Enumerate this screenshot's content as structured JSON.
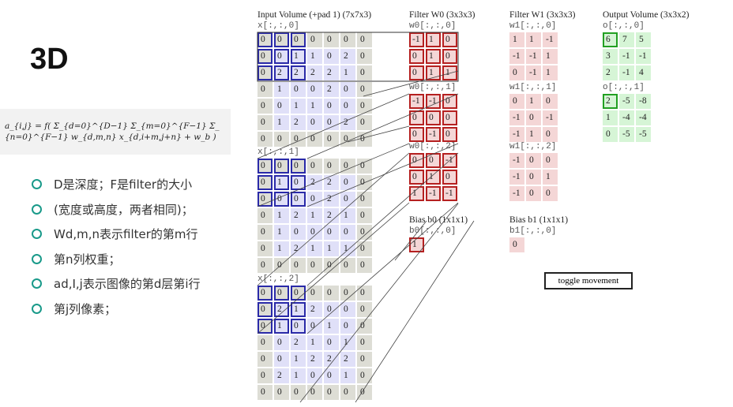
{
  "slide": {
    "title": "3D",
    "formula": "a_{i,j} = f( Σ_{d=0}^{D−1} Σ_{m=0}^{F−1} Σ_{n=0}^{F−1} w_{d,m,n} x_{d,i+m,j+n} + w_b )",
    "bullets": [
      "D是深度；F是filter的大小",
      "(宽度或高度，两者相同)；",
      "Wd,m,n表示filter的第m行",
      "第n列权重；",
      "ad,I,j表示图像的第d层第i行",
      "第j列像素；"
    ],
    "bullet_color": "#1a9a8a"
  },
  "demo": {
    "input": {
      "title": "Input Volume (+pad 1) (7x7x3)",
      "slices": [
        {
          "label": "x[:,:,0]",
          "rows": [
            [
              0,
              0,
              0,
              0,
              0,
              0,
              0
            ],
            [
              0,
              0,
              1,
              1,
              0,
              2,
              0
            ],
            [
              0,
              2,
              2,
              2,
              2,
              1,
              0
            ],
            [
              0,
              1,
              0,
              0,
              2,
              0,
              0
            ],
            [
              0,
              0,
              1,
              1,
              0,
              0,
              0
            ],
            [
              0,
              1,
              2,
              0,
              0,
              2,
              0
            ],
            [
              0,
              0,
              0,
              0,
              0,
              0,
              0
            ]
          ]
        },
        {
          "label": "x[:,:,1]",
          "rows": [
            [
              0,
              0,
              0,
              0,
              0,
              0,
              0
            ],
            [
              0,
              1,
              0,
              2,
              2,
              0,
              0
            ],
            [
              0,
              0,
              0,
              0,
              2,
              0,
              0
            ],
            [
              0,
              1,
              2,
              1,
              2,
              1,
              0
            ],
            [
              0,
              1,
              0,
              0,
              0,
              0,
              0
            ],
            [
              0,
              1,
              2,
              1,
              1,
              1,
              0
            ],
            [
              0,
              0,
              0,
              0,
              0,
              0,
              0
            ]
          ]
        },
        {
          "label": "x[:,:,2]",
          "rows": [
            [
              0,
              0,
              0,
              0,
              0,
              0,
              0
            ],
            [
              0,
              2,
              1,
              2,
              0,
              0,
              0
            ],
            [
              0,
              1,
              0,
              0,
              1,
              0,
              0
            ],
            [
              0,
              0,
              2,
              1,
              0,
              1,
              0
            ],
            [
              0,
              0,
              1,
              2,
              2,
              2,
              0
            ],
            [
              0,
              2,
              1,
              0,
              0,
              1,
              0
            ],
            [
              0,
              0,
              0,
              0,
              0,
              0,
              0
            ]
          ]
        }
      ]
    },
    "filter_w0": {
      "title": "Filter W0 (3x3x3)",
      "slices": [
        {
          "label": "w0[:,:,0]",
          "rows": [
            [
              -1,
              1,
              0
            ],
            [
              0,
              1,
              0
            ],
            [
              0,
              1,
              1
            ]
          ]
        },
        {
          "label": "w0[:,:,1]",
          "rows": [
            [
              -1,
              -1,
              0
            ],
            [
              0,
              0,
              0
            ],
            [
              0,
              -1,
              0
            ]
          ]
        },
        {
          "label": "w0[:,:,2]",
          "rows": [
            [
              0,
              0,
              -1
            ],
            [
              0,
              1,
              0
            ],
            [
              1,
              -1,
              -1
            ]
          ]
        }
      ]
    },
    "filter_w1": {
      "title": "Filter W1 (3x3x3)",
      "slices": [
        {
          "label": "w1[:,:,0]",
          "rows": [
            [
              1,
              1,
              -1
            ],
            [
              -1,
              -1,
              1
            ],
            [
              0,
              -1,
              1
            ]
          ]
        },
        {
          "label": "w1[:,:,1]",
          "rows": [
            [
              0,
              1,
              0
            ],
            [
              -1,
              0,
              -1
            ],
            [
              -1,
              1,
              0
            ]
          ]
        },
        {
          "label": "w1[:,:,2]",
          "rows": [
            [
              -1,
              0,
              0
            ],
            [
              -1,
              0,
              1
            ],
            [
              -1,
              0,
              0
            ]
          ]
        }
      ]
    },
    "output": {
      "title": "Output Volume (3x3x2)",
      "slices": [
        {
          "label": "o[:,:,0]",
          "rows": [
            [
              6,
              7,
              5
            ],
            [
              3,
              -1,
              -1
            ],
            [
              2,
              -1,
              4
            ]
          ]
        },
        {
          "label": "o[:,:,1]",
          "rows": [
            [
              2,
              -5,
              -8
            ],
            [
              1,
              -4,
              -4
            ],
            [
              0,
              -5,
              -5
            ]
          ]
        }
      ]
    },
    "bias_b0": {
      "title": "Bias b0 (1x1x1)",
      "label": "b0[:,:,0]",
      "value": 1
    },
    "bias_b1": {
      "title": "Bias b1 (1x1x1)",
      "label": "b1[:,:,0]",
      "value": 0
    },
    "toggle_label": "toggle movement",
    "colors": {
      "input_window": "#2a2aa8",
      "filter_border": "#b52020",
      "filter_fill": "#f4d6d6",
      "output_fill": "#d6f5d6",
      "output_highlight": "#22a022"
    }
  }
}
